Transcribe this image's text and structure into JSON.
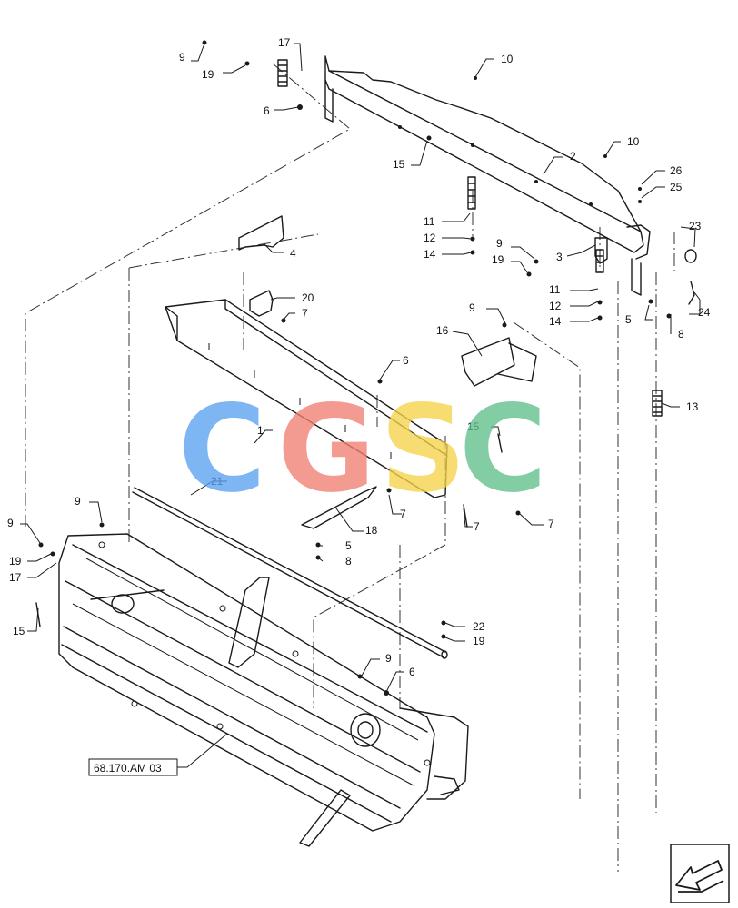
{
  "watermark": {
    "letters": [
      "C",
      "G",
      "S",
      "C"
    ],
    "colors": [
      "#5aa2f0",
      "#f07d72",
      "#f5d24a",
      "#5fbf8a"
    ]
  },
  "reference_label": "68.170.AM 03",
  "callouts": {
    "c1": "1",
    "c2": "2",
    "c3": "3",
    "c4": "4",
    "c5a": "5",
    "c5b": "5",
    "c6a": "6",
    "c6b": "6",
    "c6c": "6",
    "c7a": "7",
    "c7b": "7",
    "c7c": "7",
    "c7d": "7",
    "c8a": "8",
    "c8b": "8",
    "c9a": "9",
    "c9b": "9",
    "c9c": "9",
    "c9d": "9",
    "c9e": "9",
    "c9f": "9",
    "c10a": "10",
    "c10b": "10",
    "c11a": "11",
    "c11b": "11",
    "c12a": "12",
    "c12b": "12",
    "c13": "13",
    "c14a": "14",
    "c14b": "14",
    "c15a": "15",
    "c15b": "15",
    "c15c": "15",
    "c16": "16",
    "c17a": "17",
    "c17b": "17",
    "c18": "18",
    "c19a": "19",
    "c19b": "19",
    "c19c": "19",
    "c19d": "19",
    "c20": "20",
    "c21": "21",
    "c22": "22",
    "c23": "23",
    "c24": "24",
    "c25": "25",
    "c26": "26"
  },
  "icons": {
    "nav": "back-arrow-icon"
  }
}
